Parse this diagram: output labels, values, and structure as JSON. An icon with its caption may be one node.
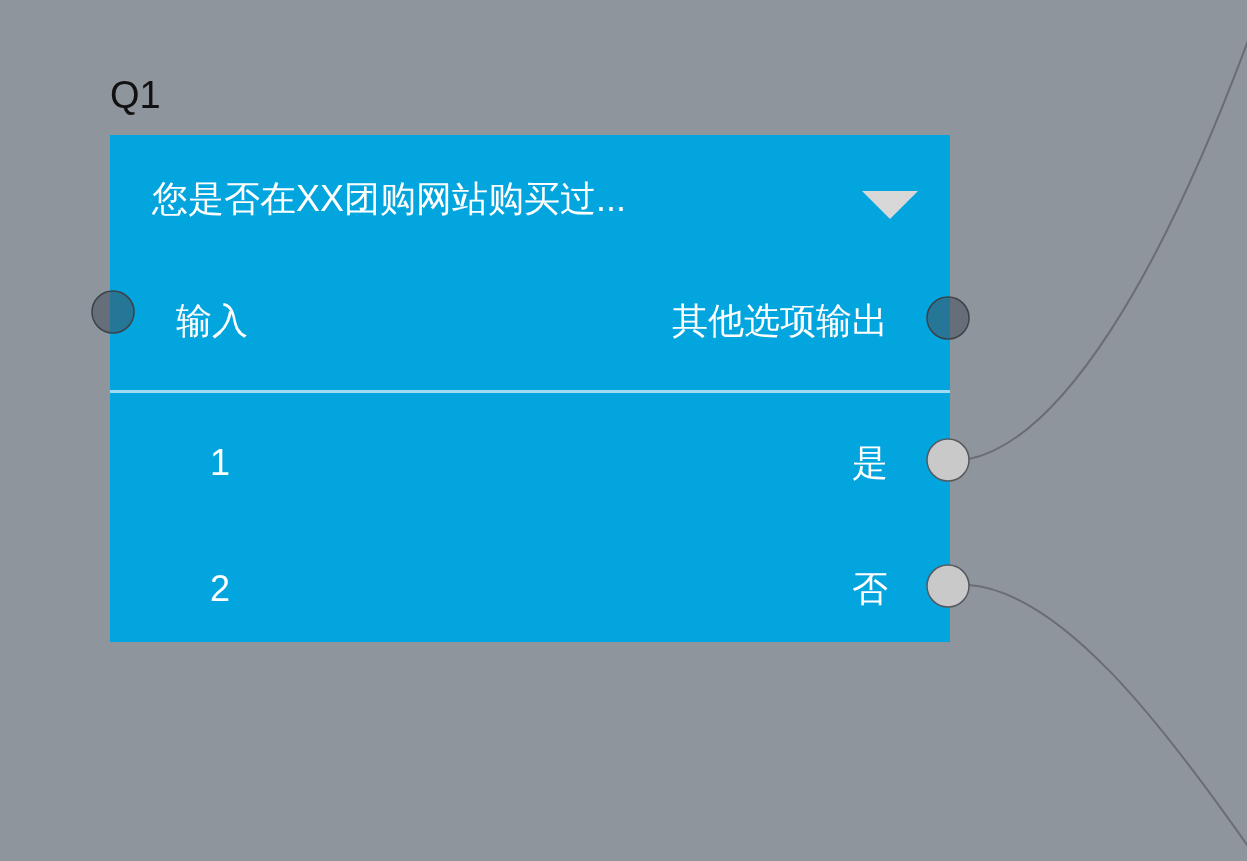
{
  "diagram": {
    "nodes": [
      {
        "text": [
          "Q1",
          "您是否在XX团购网站购买过...",
          "输入",
          "其他选项输出",
          "1",
          "是",
          "2",
          "否"
        ]
      },
      {
        "text": [],
        "shape": "circle"
      },
      {
        "text": [],
        "shape": "circle"
      },
      {
        "text": [],
        "shape": "circle"
      },
      {
        "text": [],
        "shape": "circle"
      }
    ],
    "edges": [
      {
        "from": 3,
        "to": null,
        "arrow": "none"
      },
      {
        "from": 4,
        "to": null,
        "arrow": "none"
      }
    ]
  }
}
